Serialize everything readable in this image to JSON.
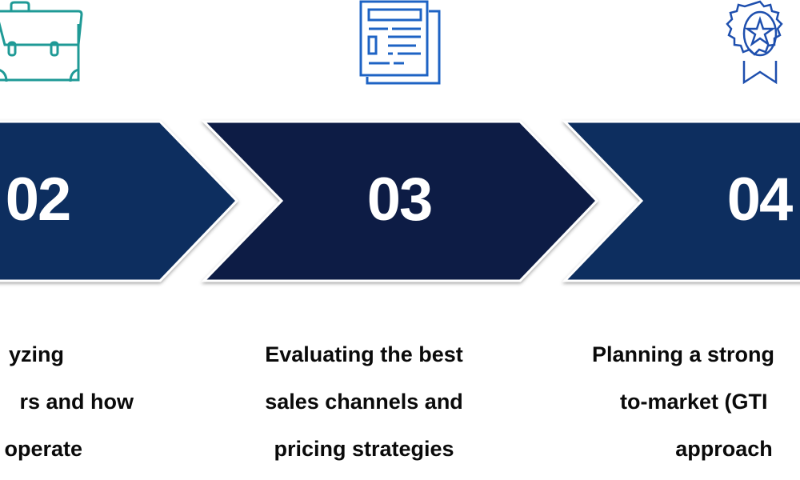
{
  "steps": [
    {
      "number": "02",
      "color": "#0b2f5e",
      "icon": "briefcase-icon",
      "icon_color": "#1f9a96",
      "lines": [
        "yzing",
        "rs and how",
        "operate"
      ]
    },
    {
      "number": "03",
      "color": "#0c1c44",
      "icon": "document-icon",
      "icon_color": "#1e63c4",
      "lines": [
        "Evaluating the best",
        "sales channels and",
        "pricing strategies"
      ]
    },
    {
      "number": "04",
      "color": "#0b2f5e",
      "icon": "award-badge-icon",
      "icon_color": "#1e4fae",
      "lines": [
        "Planning a strong",
        "to-market (GTI",
        "approach"
      ]
    }
  ]
}
